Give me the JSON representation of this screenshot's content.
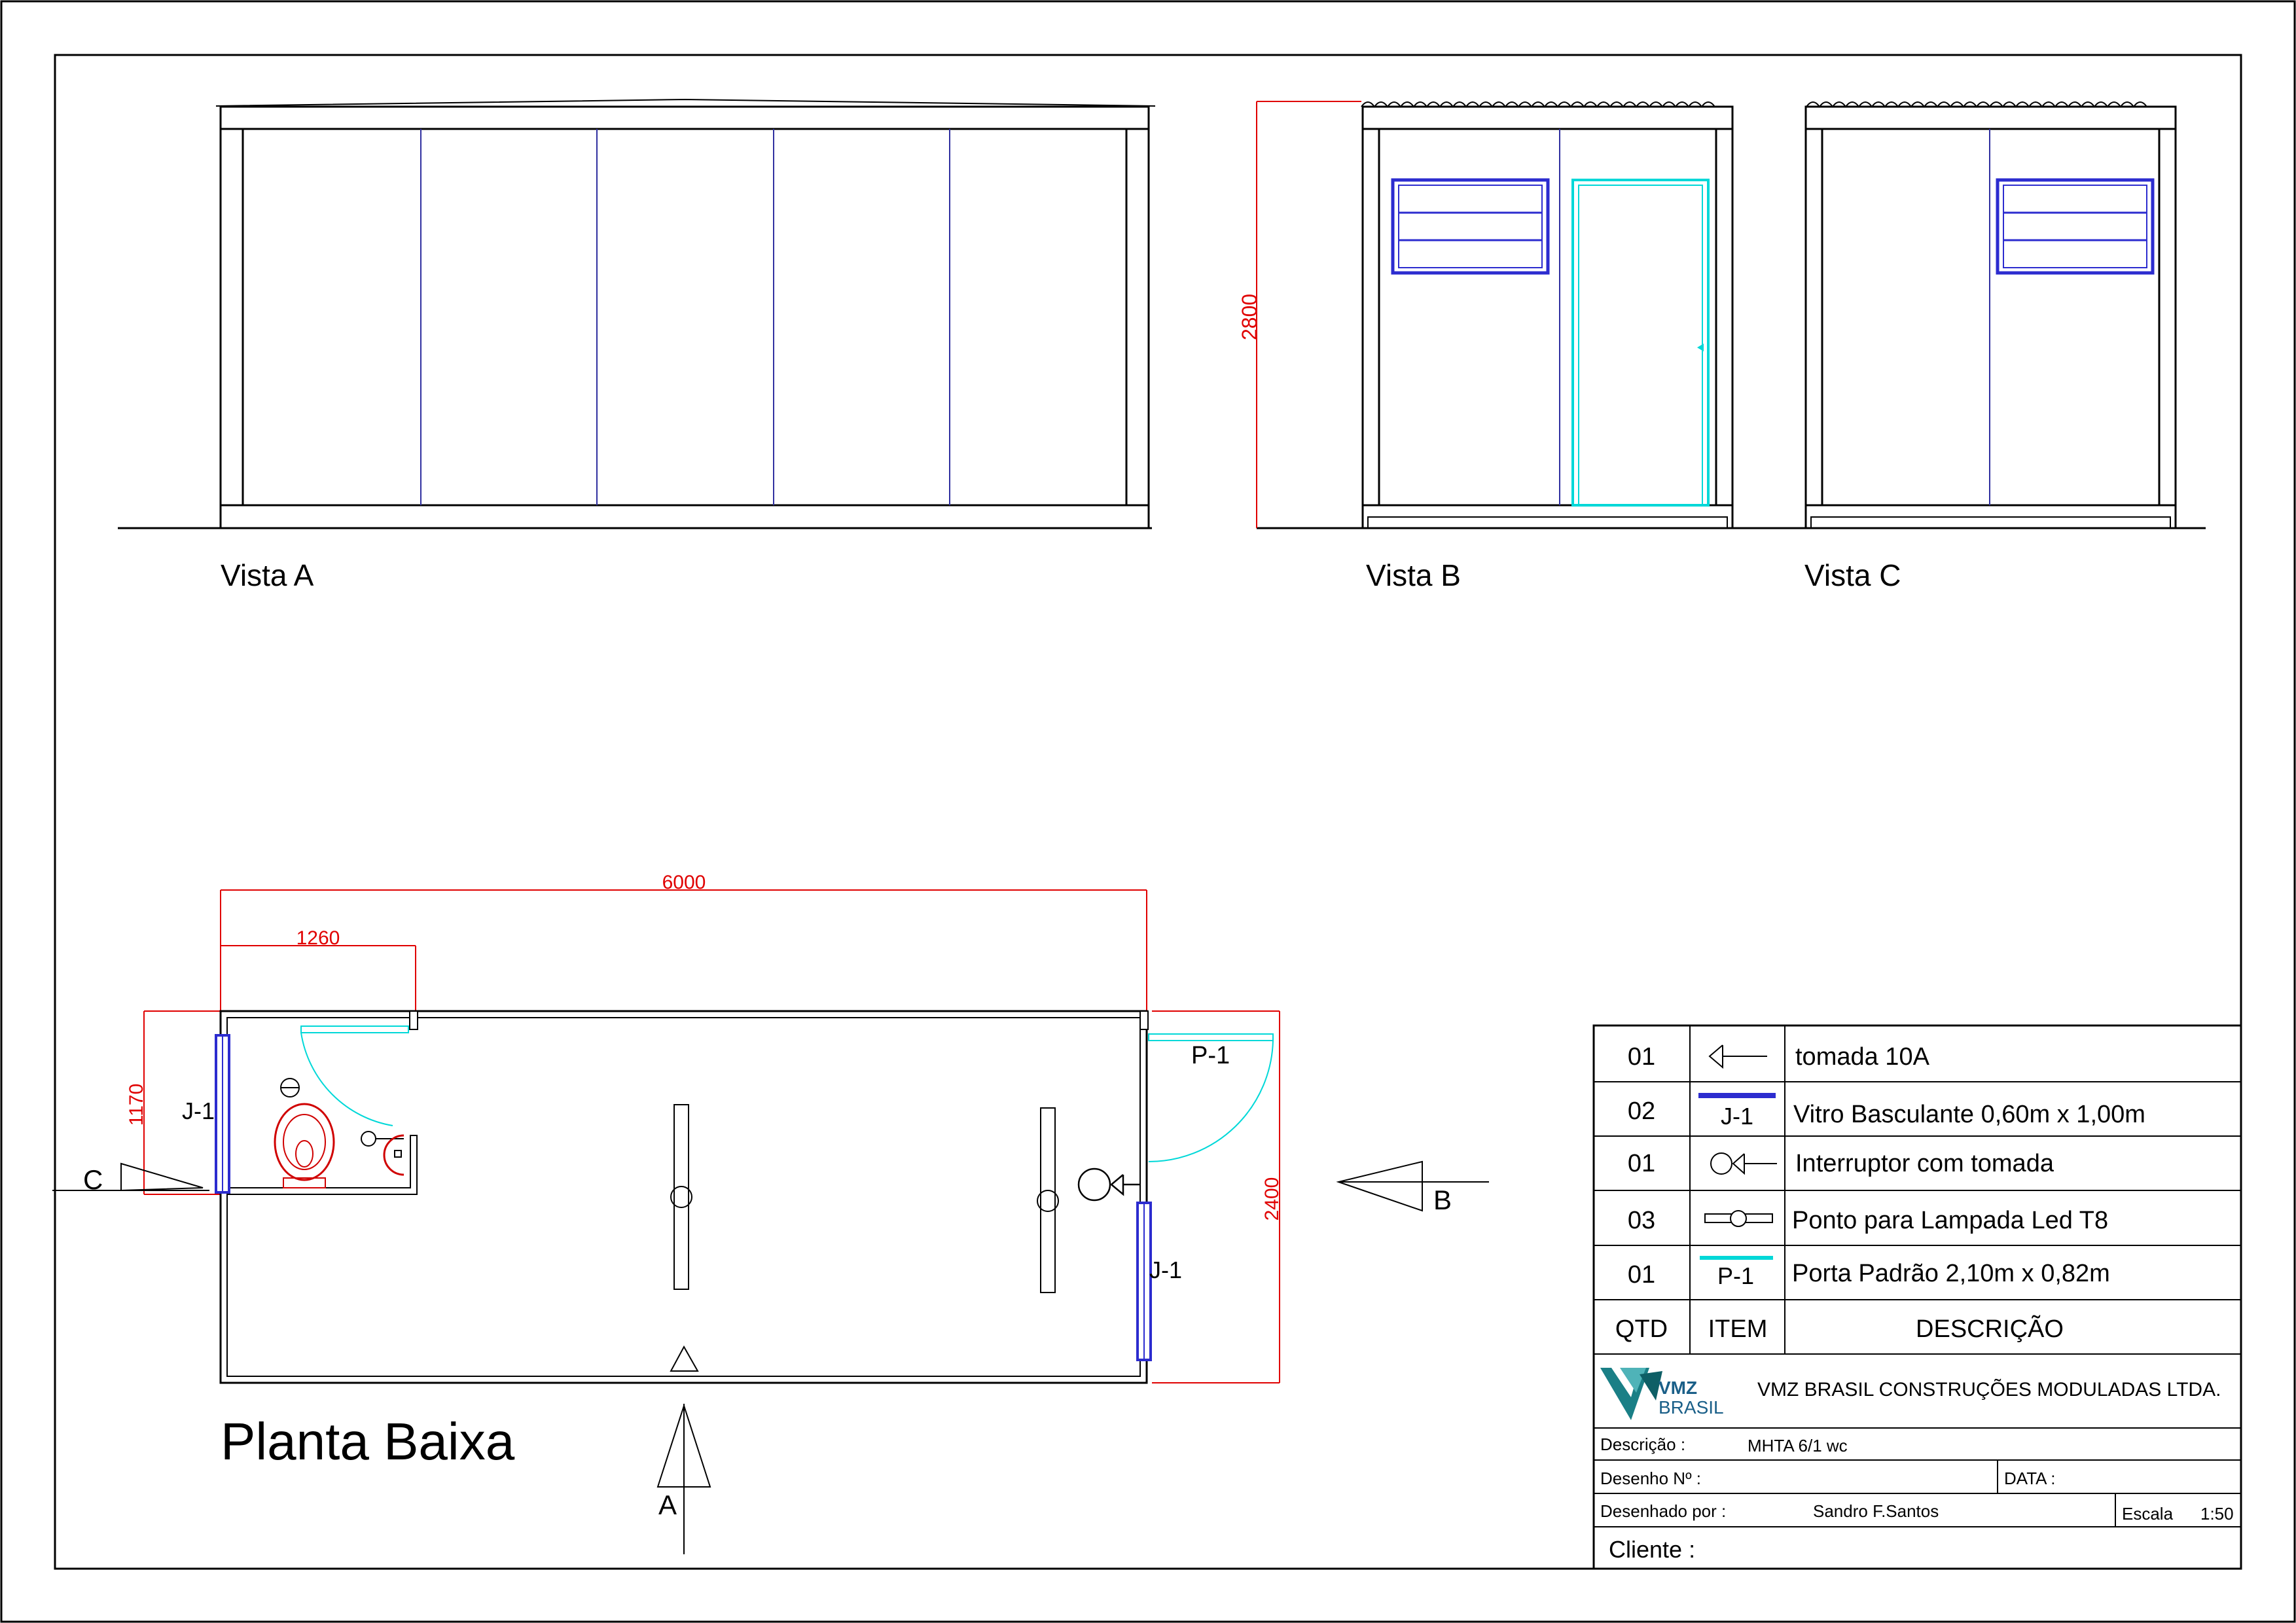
{
  "views": {
    "a_label": "Vista A",
    "b_label": "Vista B",
    "c_label": "Vista C",
    "plan_title": "Planta Baixa"
  },
  "dimensions": {
    "height": "2800",
    "length": "6000",
    "wc_width": "1260",
    "wc_depth": "1170",
    "width": "2400"
  },
  "markers": {
    "window_left": "J-1",
    "window_right": "J-1",
    "door": "P-1",
    "section_a": "A",
    "section_b": "B",
    "section_c": "C"
  },
  "legend": {
    "rows": [
      {
        "qtd": "01",
        "item": "",
        "desc": "tomada 10A",
        "icon": "outlet-icon"
      },
      {
        "qtd": "02",
        "item": "J-1",
        "desc": "Vitro Basculante 0,60m x 1,00m",
        "icon": "window-icon",
        "color": "#2c2ccf"
      },
      {
        "qtd": "01",
        "item": "",
        "desc": "Interruptor com tomada",
        "icon": "switch-outlet-icon"
      },
      {
        "qtd": "03",
        "item": "",
        "desc": "Ponto para Lampada Led T8",
        "icon": "led-lamp-icon"
      },
      {
        "qtd": "01",
        "item": "P-1",
        "desc": "Porta Padrão 2,10m x 0,82m",
        "icon": "door-icon",
        "color": "#00d8d8"
      }
    ],
    "head_qtd": "QTD",
    "head_item": "ITEM",
    "head_desc": "DESCRIÇÃO"
  },
  "title_block": {
    "logo_top": "VMZ",
    "logo_bottom": "BRASIL",
    "company": "VMZ BRASIL CONSTRUÇÕES MODULADAS LTDA.",
    "desc_label": "Descrição :",
    "desc_value": "MHTA 6/1 wc",
    "drawing_no_label": "Desenho  Nº :",
    "date_label": "DATA :",
    "drawn_by_label": "Desenhado por  :",
    "drawn_by_value": "Sandro F.Santos",
    "scale_label": "Escala",
    "scale_value": "1:50",
    "client_label": "Cliente :"
  },
  "colors": {
    "dimension": "#e00000",
    "window": "#2c2ccf",
    "door": "#00d8d8",
    "sanitary": "#d00000"
  }
}
